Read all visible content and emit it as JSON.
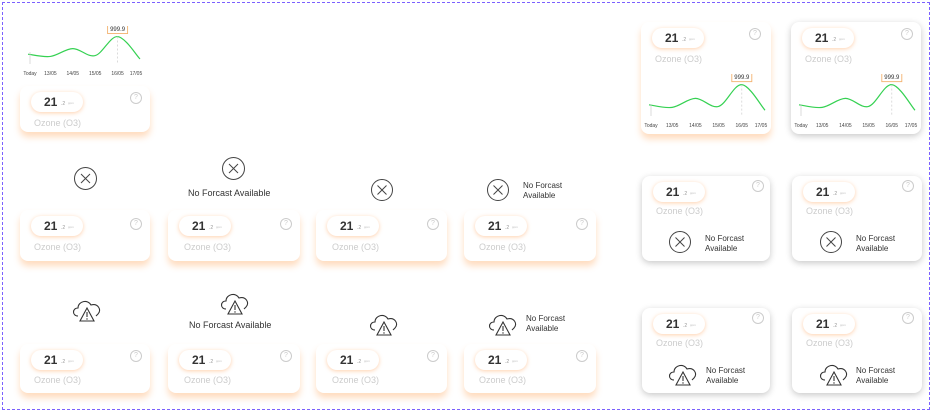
{
  "card": {
    "value_int": "21",
    "value_dec": ".2",
    "unit": "ppm",
    "label": "Ozone (O3)",
    "help": "?"
  },
  "chart_data": {
    "type": "line",
    "categories": [
      "Today",
      "13/05",
      "14/05",
      "15/05",
      "16/05",
      "17/05"
    ],
    "values": [
      0.35,
      0.27,
      0.55,
      0.3,
      0.98,
      0.18
    ],
    "peak_label": "999.9",
    "xlabel": "",
    "ylabel": "",
    "grid": false
  },
  "empty_state": {
    "text": "No Forcast Available",
    "line1": "No Forcast",
    "line2": "Available"
  },
  "colors": {
    "accent": "#ff9a3c",
    "line": "#35d152",
    "peak_box": "#f3b26f"
  },
  "icons": {
    "no_data": "x-circle-icon",
    "cloud_alert": "cloud-warning-icon",
    "help": "question-circle-icon"
  }
}
